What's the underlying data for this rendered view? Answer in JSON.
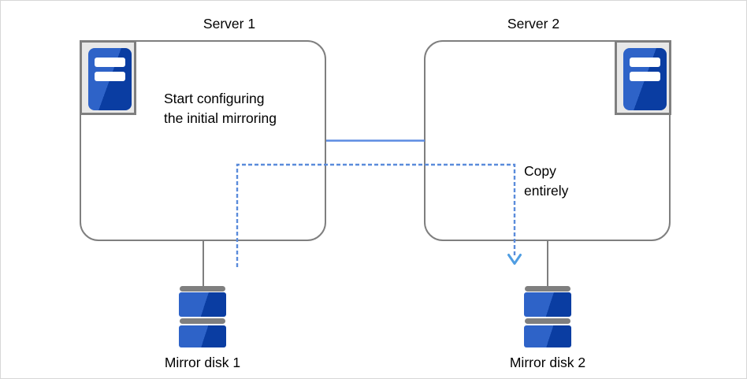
{
  "diagram": {
    "server1": {
      "title": "Server 1",
      "note": "Start configuring\nthe initial mirroring"
    },
    "server2": {
      "title": "Server 2"
    },
    "copy_label": "Copy\nentirely",
    "disks": [
      {
        "label": "Mirror disk 1"
      },
      {
        "label": "Mirror disk 2"
      }
    ],
    "icons": {
      "server": "server-icon",
      "disk": "mirror-disk-icon",
      "arrow": "arrow-down-icon"
    },
    "colors": {
      "link_blue": "#5b8ce2",
      "copy_dash_blue": "#5b8cdb",
      "arrow_blue": "#4f9de2",
      "gray": "#7f7f7f",
      "disk_blue_light": "#2e63c8",
      "disk_blue_dark": "#0a3da2",
      "icon_frame_bg": "#e8e8e8",
      "canvas_border": "#d7d7d7"
    }
  }
}
